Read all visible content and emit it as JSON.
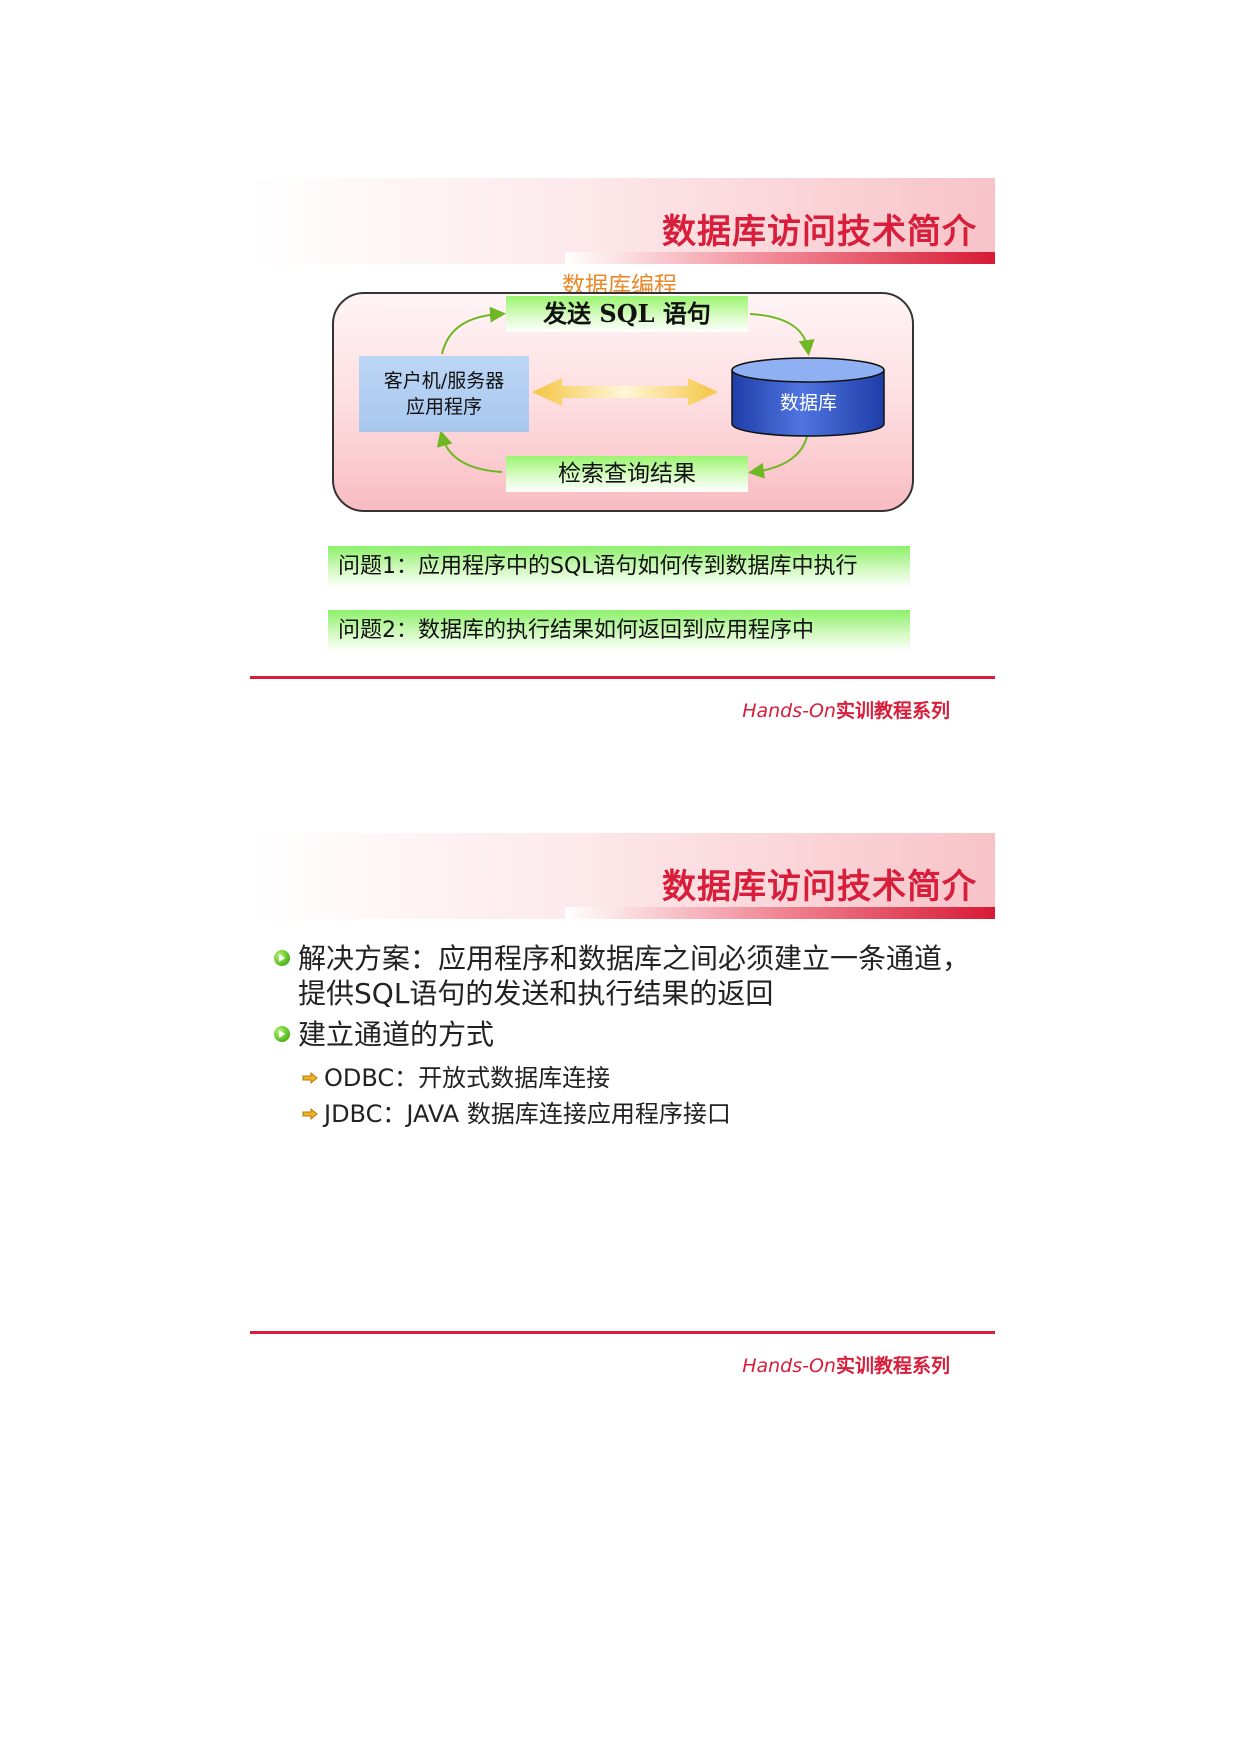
{
  "slides": [
    {
      "title": "数据库访问技术简介",
      "diagram": {
        "caption": "数据库编程",
        "send_label": "发送 SQL 语句",
        "retrieve_label": "检索查询结果",
        "client_line1": "客户机/服务器",
        "client_line2": "应用程序",
        "database_label": "数据库"
      },
      "questions": [
        "问题1：应用程序中的SQL语句如何传到数据库中执行",
        "问题2：数据库的执行结果如何返回到应用程序中"
      ],
      "footer": {
        "en": "Hands-On",
        "zh": "实训教程系列"
      }
    },
    {
      "title": "数据库访问技术简介",
      "bullets": [
        {
          "lines": [
            "解决方案：应用程序和数据库之间必须建立一条通道，",
            "提供SQL语句的发送和执行结果的返回"
          ]
        },
        {
          "lines": [
            "建立通道的方式"
          ]
        }
      ],
      "sub_bullets": [
        "ODBC：开放式数据库连接",
        "JDBC：JAVA 数据库连接应用程序接口"
      ],
      "footer": {
        "en": "Hands-On",
        "zh": "实训教程系列"
      }
    }
  ],
  "colors": {
    "accent": "#d81e3a",
    "caption": "#e8892a",
    "green": "#8cf06a",
    "client_box": "#bcd6f5",
    "database": "#2f52c8"
  }
}
